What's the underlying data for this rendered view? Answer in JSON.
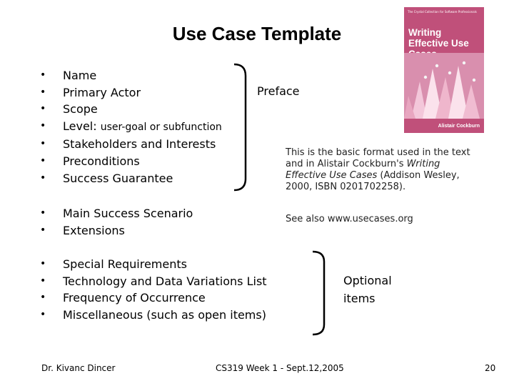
{
  "slide": {
    "title": "Use Case Template",
    "preface_items": [
      {
        "text": "Name",
        "suffix": ""
      },
      {
        "text": "Primary Actor",
        "suffix": ""
      },
      {
        "text": "Scope",
        "suffix": ""
      },
      {
        "text": "Level: ",
        "suffix": "user-goal or subfunction"
      },
      {
        "text": "Stakeholders and Interests",
        "suffix": ""
      },
      {
        "text": "Preconditions",
        "suffix": ""
      },
      {
        "text": "Success Guarantee",
        "suffix": ""
      }
    ],
    "scenario_items": [
      "Main Success Scenario",
      "Extensions"
    ],
    "optional_items": [
      "Special Requirements",
      "Technology and Data Variations List",
      "Frequency of Occurrence",
      "Miscellaneous (such as open items)"
    ],
    "preface_label": "Preface",
    "optional_label_line1": "Optional",
    "optional_label_line2": "items",
    "note": {
      "part1": "This is the basic format used in the text and in Alistair Cockburn's ",
      "book_title": "Writing Effective Use Cases",
      "part2": " (Addison Wesley, 2000, ISBN 0201702258)."
    },
    "see_also": "See also www.usecases.org",
    "book_cover": {
      "top_text": "The Crystal Collection for Software Professionals",
      "title": "Writing Effective Use Cases",
      "author": "Alistair Cockburn",
      "color": "#c0507a"
    },
    "footer": {
      "author": "Dr. Kivanc Dincer",
      "course": "CS319 Week 1 - Sept.12,2005",
      "page": "20"
    }
  }
}
